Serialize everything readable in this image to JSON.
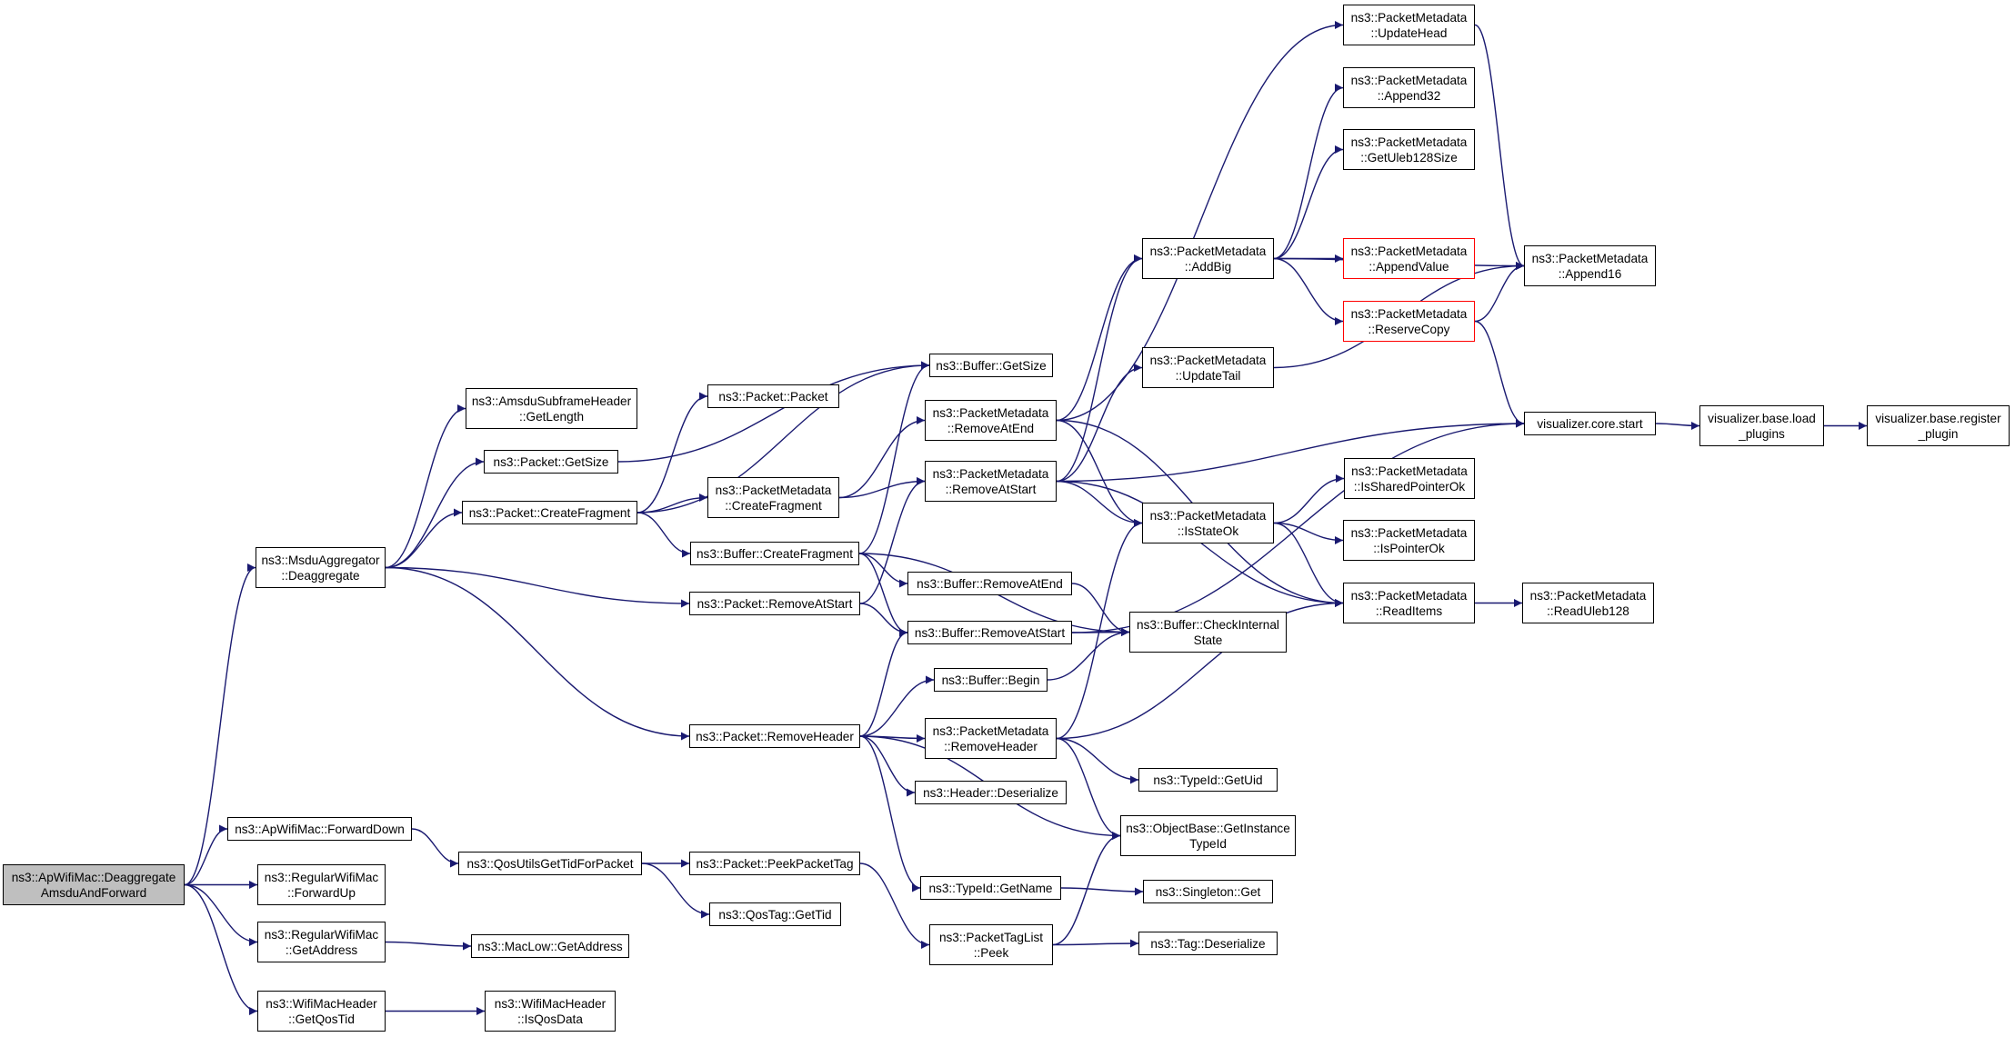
{
  "colors": {
    "edge": "#191970",
    "node_border": "#000000",
    "truncated_border": "#ff0000",
    "root_fill": "#bfbfbf"
  },
  "nodes": {
    "root": [
      "ns3::ApWifiMac::Deaggregate",
      "AmsduAndForward"
    ],
    "msdu_deaggregate": [
      "ns3::MsduAggregator",
      "::Deaggregate"
    ],
    "amsdu_getlength": [
      "ns3::AmsduSubframeHeader",
      "::GetLength"
    ],
    "packet_getsize": [
      "ns3::Packet::GetSize"
    ],
    "packet_createfragment": [
      "ns3::Packet::CreateFragment"
    ],
    "packet_removeatstart": [
      "ns3::Packet::RemoveAtStart"
    ],
    "packet_removeheader": [
      "ns3::Packet::RemoveHeader"
    ],
    "apwifimac_forwarddown": [
      "ns3::ApWifiMac::ForwardDown"
    ],
    "regular_forwardup": [
      "ns3::RegularWifiMac",
      "::ForwardUp"
    ],
    "regular_getaddress": [
      "ns3::RegularWifiMac",
      "::GetAddress"
    ],
    "wifimacheader_getqostid": [
      "ns3::WifiMacHeader",
      "::GetQosTid"
    ],
    "qosutils_gettid": [
      "ns3::QosUtilsGetTidForPacket"
    ],
    "maclow_getaddress": [
      "ns3::MacLow::GetAddress"
    ],
    "wifimacheader_isqosdata": [
      "ns3::WifiMacHeader",
      "::IsQosData"
    ],
    "packet_packet": [
      "ns3::Packet::Packet"
    ],
    "pm_createfragment": [
      "ns3::PacketMetadata",
      "::CreateFragment"
    ],
    "buffer_createfragment": [
      "ns3::Buffer::CreateFragment"
    ],
    "buffer_getsize": [
      "ns3::Buffer::GetSize"
    ],
    "pm_removeatend": [
      "ns3::PacketMetadata",
      "::RemoveAtEnd"
    ],
    "pm_removeatstart": [
      "ns3::PacketMetadata",
      "::RemoveAtStart"
    ],
    "buffer_removeatend": [
      "ns3::Buffer::RemoveAtEnd"
    ],
    "buffer_removeatstart": [
      "ns3::Buffer::RemoveAtStart"
    ],
    "buffer_begin": [
      "ns3::Buffer::Begin"
    ],
    "pm_removeheader": [
      "ns3::PacketMetadata",
      "::RemoveHeader"
    ],
    "header_deserialize": [
      "ns3::Header::Deserialize"
    ],
    "packet_peekpackettag": [
      "ns3::Packet::PeekPacketTag"
    ],
    "qostag_gettid": [
      "ns3::QosTag::GetTid"
    ],
    "typeid_getname": [
      "ns3::TypeId::GetName"
    ],
    "pkttaglist_peek": [
      "ns3::PacketTagList",
      "::Peek"
    ],
    "pm_updatehead": [
      "ns3::PacketMetadata",
      "::UpdateHead"
    ],
    "pm_append32": [
      "ns3::PacketMetadata",
      "::Append32"
    ],
    "pm_getuleb128size": [
      "ns3::PacketMetadata",
      "::GetUleb128Size"
    ],
    "pm_addbig": [
      "ns3::PacketMetadata",
      "::AddBig"
    ],
    "pm_appendvalue": [
      "ns3::PacketMetadata",
      "::AppendValue"
    ],
    "pm_reservecopy": [
      "ns3::PacketMetadata",
      "::ReserveCopy"
    ],
    "pm_updatetail": [
      "ns3::PacketMetadata",
      "::UpdateTail"
    ],
    "pm_isstateok": [
      "ns3::PacketMetadata",
      "::IsStateOk"
    ],
    "buffer_checkinternalstate": [
      "ns3::Buffer::CheckInternal",
      "State"
    ],
    "typeid_getuid": [
      "ns3::TypeId::GetUid"
    ],
    "objectbase_getinstancetypeid": [
      "ns3::ObjectBase::GetInstance",
      "TypeId"
    ],
    "singleton_get": [
      "ns3::Singleton::Get"
    ],
    "tag_deserialize": [
      "ns3::Tag::Deserialize"
    ],
    "pm_append16": [
      "ns3::PacketMetadata",
      "::Append16"
    ],
    "pm_issharedpointerok": [
      "ns3::PacketMetadata",
      "::IsSharedPointerOk"
    ],
    "pm_ispointerok": [
      "ns3::PacketMetadata",
      "::IsPointerOk"
    ],
    "pm_readitems": [
      "ns3::PacketMetadata",
      "::ReadItems"
    ],
    "pm_readuleb128": [
      "ns3::PacketMetadata",
      "::ReadUleb128"
    ],
    "vis_core_start": [
      "visualizer.core.start"
    ],
    "vis_base_load_plugins": [
      "visualizer.base.load",
      "_plugins"
    ],
    "vis_base_register_plugin": [
      "visualizer.base.register",
      "_plugin"
    ]
  },
  "truncated_nodes": [
    "pm_appendvalue",
    "pm_reservecopy"
  ],
  "edges": [
    [
      "root",
      "msdu_deaggregate"
    ],
    [
      "root",
      "apwifimac_forwarddown"
    ],
    [
      "root",
      "regular_forwardup"
    ],
    [
      "root",
      "regular_getaddress"
    ],
    [
      "root",
      "wifimacheader_getqostid"
    ],
    [
      "msdu_deaggregate",
      "amsdu_getlength"
    ],
    [
      "msdu_deaggregate",
      "packet_getsize"
    ],
    [
      "msdu_deaggregate",
      "packet_createfragment"
    ],
    [
      "msdu_deaggregate",
      "packet_removeatstart"
    ],
    [
      "msdu_deaggregate",
      "packet_removeheader"
    ],
    [
      "packet_getsize",
      "buffer_getsize"
    ],
    [
      "packet_createfragment",
      "packet_packet"
    ],
    [
      "packet_createfragment",
      "pm_createfragment"
    ],
    [
      "packet_createfragment",
      "buffer_createfragment"
    ],
    [
      "packet_createfragment",
      "buffer_getsize"
    ],
    [
      "packet_removeatstart",
      "pm_removeatstart"
    ],
    [
      "packet_removeatstart",
      "buffer_removeatstart"
    ],
    [
      "packet_removeheader",
      "buffer_removeatstart"
    ],
    [
      "packet_removeheader",
      "buffer_begin"
    ],
    [
      "packet_removeheader",
      "pm_removeheader"
    ],
    [
      "packet_removeheader",
      "header_deserialize"
    ],
    [
      "packet_removeheader",
      "typeid_getname"
    ],
    [
      "packet_removeheader",
      "objectbase_getinstancetypeid"
    ],
    [
      "apwifimac_forwarddown",
      "qosutils_gettid"
    ],
    [
      "qosutils_gettid",
      "packet_peekpackettag"
    ],
    [
      "qosutils_gettid",
      "qostag_gettid"
    ],
    [
      "regular_getaddress",
      "maclow_getaddress"
    ],
    [
      "wifimacheader_getqostid",
      "wifimacheader_isqosdata"
    ],
    [
      "packet_peekpackettag",
      "pkttaglist_peek"
    ],
    [
      "pkttaglist_peek",
      "objectbase_getinstancetypeid"
    ],
    [
      "pkttaglist_peek",
      "tag_deserialize"
    ],
    [
      "typeid_getname",
      "singleton_get"
    ],
    [
      "pm_createfragment",
      "pm_removeatend"
    ],
    [
      "pm_createfragment",
      "pm_removeatstart"
    ],
    [
      "buffer_createfragment",
      "buffer_getsize"
    ],
    [
      "buffer_createfragment",
      "buffer_removeatend"
    ],
    [
      "buffer_createfragment",
      "buffer_removeatstart"
    ],
    [
      "buffer_createfragment",
      "buffer_checkinternalstate"
    ],
    [
      "pm_removeatend",
      "pm_updatehead"
    ],
    [
      "pm_removeatend",
      "pm_addbig"
    ],
    [
      "pm_removeatend",
      "pm_isstateok"
    ],
    [
      "pm_removeatend",
      "pm_readitems"
    ],
    [
      "pm_removeatstart",
      "pm_addbig"
    ],
    [
      "pm_removeatstart",
      "pm_updatetail"
    ],
    [
      "pm_removeatstart",
      "pm_isstateok"
    ],
    [
      "pm_removeatstart",
      "pm_readitems"
    ],
    [
      "pm_removeatstart",
      "vis_core_start"
    ],
    [
      "buffer_removeatend",
      "buffer_checkinternalstate"
    ],
    [
      "buffer_removeatstart",
      "buffer_checkinternalstate"
    ],
    [
      "buffer_removeatstart",
      "vis_core_start"
    ],
    [
      "buffer_begin",
      "buffer_checkinternalstate"
    ],
    [
      "pm_removeheader",
      "pm_isstateok"
    ],
    [
      "pm_removeheader",
      "pm_readitems"
    ],
    [
      "pm_removeheader",
      "typeid_getuid"
    ],
    [
      "pm_removeheader",
      "objectbase_getinstancetypeid"
    ],
    [
      "pm_addbig",
      "pm_append32"
    ],
    [
      "pm_addbig",
      "pm_getuleb128size"
    ],
    [
      "pm_addbig",
      "pm_appendvalue"
    ],
    [
      "pm_addbig",
      "pm_reservecopy"
    ],
    [
      "pm_addbig",
      "pm_append16"
    ],
    [
      "pm_updatehead",
      "pm_append16"
    ],
    [
      "pm_reservecopy",
      "pm_append16"
    ],
    [
      "pm_reservecopy",
      "vis_core_start"
    ],
    [
      "pm_updatetail",
      "pm_append16"
    ],
    [
      "pm_isstateok",
      "pm_issharedpointerok"
    ],
    [
      "pm_isstateok",
      "pm_ispointerok"
    ],
    [
      "pm_isstateok",
      "pm_readitems"
    ],
    [
      "pm_readitems",
      "pm_readuleb128"
    ],
    [
      "vis_core_start",
      "vis_base_load_plugins"
    ],
    [
      "vis_base_load_plugins",
      "vis_base_register_plugin"
    ]
  ]
}
